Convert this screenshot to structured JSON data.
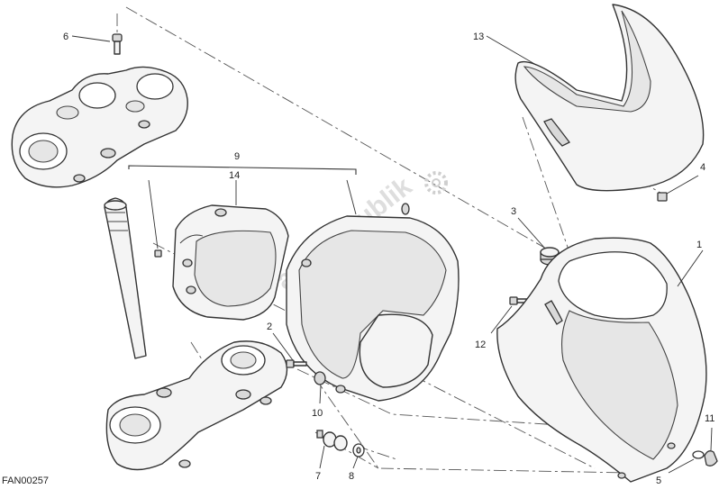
{
  "diagram": {
    "code": "FAN00257",
    "watermark": "PartsRepublik",
    "callouts": {
      "c1": "1",
      "c2": "2",
      "c3": "3",
      "c4": "4",
      "c5": "5",
      "c6": "6",
      "c7": "7",
      "c8": "8",
      "c9": "9",
      "c10": "10",
      "c11": "11",
      "c12": "12",
      "c13": "13",
      "c14": "14"
    }
  }
}
